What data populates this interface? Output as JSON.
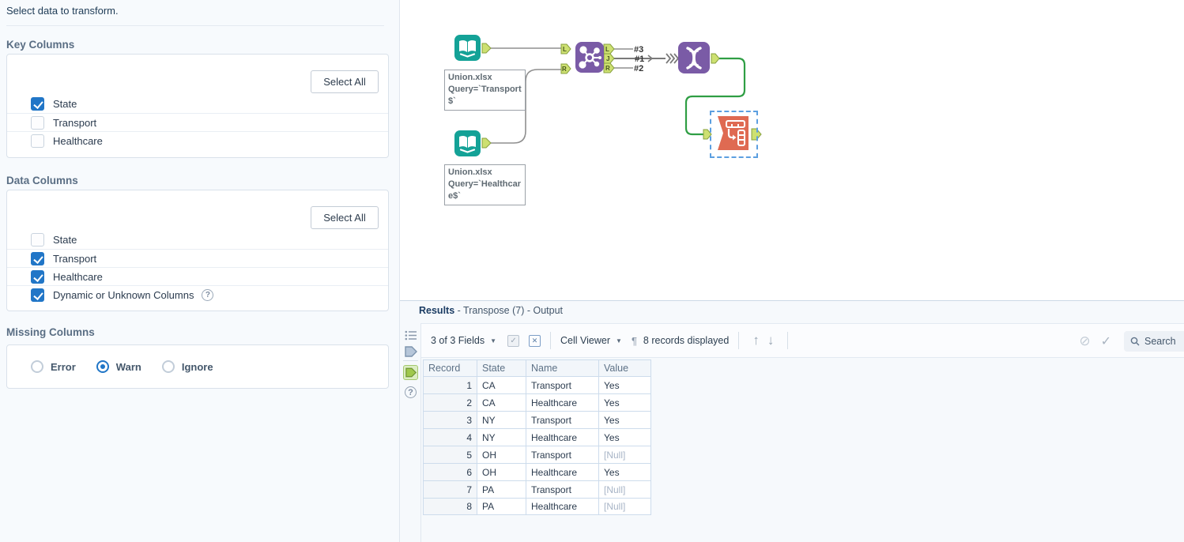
{
  "config_panel": {
    "intro": "Select data to transform.",
    "key_columns": {
      "heading": "Key Columns",
      "select_all_label": "Select All",
      "items": [
        {
          "label": "State",
          "checked": true
        },
        {
          "label": "Transport",
          "checked": false
        },
        {
          "label": "Healthcare",
          "checked": false
        }
      ]
    },
    "data_columns": {
      "heading": "Data Columns",
      "select_all_label": "Select All",
      "items": [
        {
          "label": "State",
          "checked": false
        },
        {
          "label": "Transport",
          "checked": true
        },
        {
          "label": "Healthcare",
          "checked": true
        },
        {
          "label": "Dynamic or Unknown Columns",
          "checked": true
        }
      ]
    },
    "missing_columns": {
      "heading": "Missing Columns",
      "options": [
        {
          "label": "Error",
          "selected": false
        },
        {
          "label": "Warn",
          "selected": true
        },
        {
          "label": "Ignore",
          "selected": false
        }
      ]
    }
  },
  "canvas": {
    "tools": [
      {
        "type": "input-data",
        "annotation": "Union.xlsx\nQuery=`Transport\n$`"
      },
      {
        "type": "input-data",
        "annotation": "Union.xlsx\nQuery=`Healthcar\ne$`"
      },
      {
        "type": "join",
        "anchors_in": [
          "L",
          "R"
        ],
        "anchors_out": [
          "L",
          "J",
          "R"
        ]
      },
      {
        "type": "union"
      },
      {
        "type": "transpose",
        "selected": true
      }
    ],
    "annotation_1": "Union.xlsx\nQuery=`Transport\n$`",
    "annotation_2": "Union.xlsx\nQuery=`Healthcar\ne$`",
    "connection_labels": {
      "top": "#3",
      "middle": "#1",
      "bottom": "#2"
    },
    "anchor_letters": {
      "in_l": "L",
      "in_r": "R",
      "out_l": "L",
      "out_j": "J",
      "out_r": "R"
    },
    "colors": {
      "input_tool": "#14a297",
      "join_union_tool": "#7a5ba6",
      "transpose_tool": "#df6a52",
      "wire_green": "#2f9e44",
      "wire_gray": "#8f8f8f",
      "anchor_green": "#cde071",
      "selection_dashed": "#5c9fe0",
      "accent_blue": "#2176c7"
    }
  },
  "results": {
    "title_bold": "Results",
    "title_rest": " - Transpose (7) - Output",
    "toolbar": {
      "fields_dropdown": "3 of 3 Fields",
      "cell_viewer_dropdown": "Cell Viewer",
      "records_displayed": "8 records displayed",
      "search_label": "Search"
    },
    "table": {
      "headers": [
        "Record",
        "State",
        "Name",
        "Value"
      ],
      "rows": [
        {
          "record": "1",
          "state": "CA",
          "name": "Transport",
          "value": "Yes"
        },
        {
          "record": "2",
          "state": "CA",
          "name": "Healthcare",
          "value": "Yes"
        },
        {
          "record": "3",
          "state": "NY",
          "name": "Transport",
          "value": "Yes"
        },
        {
          "record": "4",
          "state": "NY",
          "name": "Healthcare",
          "value": "Yes"
        },
        {
          "record": "5",
          "state": "OH",
          "name": "Transport",
          "value": "[Null]"
        },
        {
          "record": "6",
          "state": "OH",
          "name": "Healthcare",
          "value": "Yes"
        },
        {
          "record": "7",
          "state": "PA",
          "name": "Transport",
          "value": "[Null]"
        },
        {
          "record": "8",
          "state": "PA",
          "name": "Healthcare",
          "value": "[Null]"
        }
      ]
    }
  }
}
